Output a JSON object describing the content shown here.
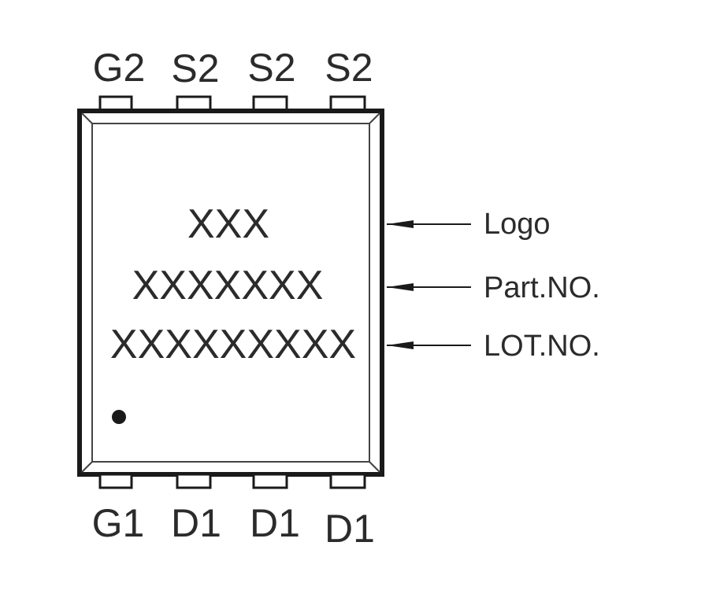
{
  "package": {
    "top_pins": [
      "G2",
      "S2",
      "S2",
      "S2"
    ],
    "bottom_pins": [
      "G1",
      "D1",
      "D1",
      "D1"
    ],
    "marking_lines": [
      "XXX",
      "XXXXXXX",
      "XXXXXXXXX"
    ]
  },
  "callouts": [
    "Logo",
    "Part.NO.",
    "LOT.NO."
  ],
  "colors": {
    "outline": "#1a1a1a",
    "text": "#2b2b2b",
    "background": "#ffffff"
  }
}
